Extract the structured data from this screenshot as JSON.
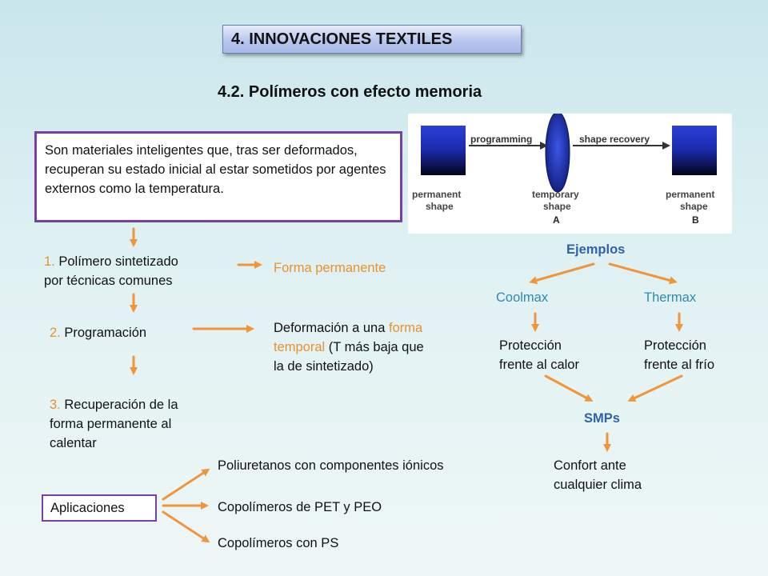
{
  "title": "4. INNOVACIONES TEXTILES",
  "subtitle": "4.2. Polímeros con efecto memoria",
  "definition": "Son materiales inteligentes que, tras ser deformados, recuperan su estado inicial al estar sometidos por agentes externos como la temperatura.",
  "figure": {
    "programming": "programming",
    "shape_recovery": "shape recovery",
    "permanent": "permanent",
    "shape": "shape",
    "temporary": "temporary",
    "label_a": "A",
    "label_b": "B"
  },
  "steps": [
    {
      "num": "1.",
      "text_line1": " Polímero sintetizado",
      "text_line2": "por técnicas comunes",
      "result": "Forma permanente"
    },
    {
      "num": "2.",
      "text_line1": " Programación",
      "result_line1_a": "Deformación a una ",
      "result_line1_b": "forma",
      "result_line2_a": "temporal",
      "result_line2_b": " (T más baja que",
      "result_line3": "la de sintetizado)"
    },
    {
      "num": "3.",
      "text_line1": " Recuperación de la",
      "text_line2": "forma permanente al",
      "text_line3": "calentar"
    }
  ],
  "examples": {
    "header": "Ejemplos",
    "left_name": "Coolmax",
    "right_name": "Thermax",
    "left_desc_line1": "Protección",
    "left_desc_line2": "frente al calor",
    "right_desc_line1": "Protección",
    "right_desc_line2": "frente al frío",
    "smps": "SMPs",
    "comfort_line1": "Confort ante",
    "comfort_line2": "cualquier clima"
  },
  "applications": {
    "label": "Aplicaciones",
    "items": [
      "Poliuretanos con componentes iónicos",
      "Copolímeros de PET y PEO",
      "Copolímeros con PS"
    ]
  },
  "colors": {
    "arrow": "#f0963a",
    "border": "#7a3fa6",
    "accent": "#e8912e",
    "example": "#2f8ab3"
  }
}
